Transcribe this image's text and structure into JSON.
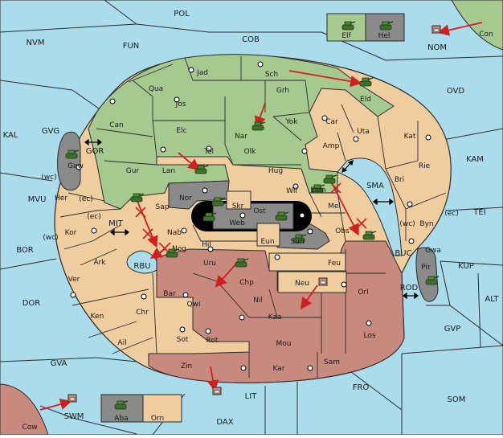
{
  "colors": {
    "sea": "#aadcec",
    "neutral": "#efcd9e",
    "green": "#a5c98f",
    "red": "#c8897f",
    "gray": "#8a8a8a",
    "border": "#2b2b2b",
    "arrow": "#d21e1e",
    "unit": "#3e6e2b"
  },
  "map": {
    "seas": {
      "pol": "POL",
      "nvm": "NVM",
      "fun": "FUN",
      "cob": "COB",
      "nom": "NOM",
      "ovd": "OVD",
      "kal": "KAL",
      "gvg": "GVG",
      "gor": "GOR",
      "mvu": "MVU",
      "mit": "MIT",
      "bor": "BOR",
      "rbu": "RBU",
      "dor": "DOR",
      "gva": "GVA",
      "kam": "KAM",
      "sma": "SMA",
      "tei": "TEI",
      "buc": "BUC",
      "kup": "KUP",
      "alt": "ALT",
      "rod": "ROD",
      "gvp": "GVP",
      "fro": "FRO",
      "som": "SOM",
      "lit": "LIT",
      "dax": "DAX",
      "swm": "SWM"
    },
    "lands": {
      "con": "Con",
      "elf": "Elf",
      "hel": "Hel",
      "jad": "Jad",
      "sch": "Sch",
      "qua": "Qua",
      "jos": "Jos",
      "grh": "Grh",
      "eld": "Eld",
      "can": "Can",
      "nar": "Nar",
      "yok": "Yok",
      "car": "Car",
      "elc": "Elc",
      "uta": "Uta",
      "kat": "Kat",
      "gaw": "Gaw",
      "tel": "Tel",
      "olk": "Olk",
      "amp": "Amp",
      "gur": "Gur",
      "lan": "Lan",
      "hug": "Hug",
      "rie": "Rie",
      "wc1": "(wc)",
      "her": "Her",
      "ec1": "(ec)",
      "nor": "Nor",
      "esm": "Esm",
      "bri": "Bri",
      "wil": "Wil",
      "skr": "Skr",
      "ost": "Ost",
      "sap": "Sap",
      "web": "Web",
      "mel": "Mel",
      "ec2": "(ec)",
      "byn": "Byn",
      "wc2": "(wc)",
      "ec3": "(ec)",
      "kor": "Kor",
      "nab": "Nab",
      "obs": "Obs",
      "wc3": "(wc)",
      "gwa": "Gwa",
      "eun": "Eun",
      "sun": "Sun",
      "hil": "Hil",
      "nog": "Nog",
      "ark": "Ark",
      "uru": "Uru",
      "feu": "Feu",
      "pir": "Pir",
      "chp": "Chp",
      "neu": "Neu",
      "ver": "Ver",
      "bar": "Bar",
      "orl": "Orl",
      "nil": "Nil",
      "qwi": "Qwi",
      "ken": "Ken",
      "chr": "Chr",
      "kaa": "Kaa",
      "sot": "Sot",
      "rot": "Rot",
      "mou": "Mou",
      "los": "Los",
      "ail": "Ail",
      "zin": "Zin",
      "kar": "Kar",
      "sam": "Sam",
      "cow": "Cow",
      "aba": "Aba",
      "orn": "Orn"
    }
  }
}
